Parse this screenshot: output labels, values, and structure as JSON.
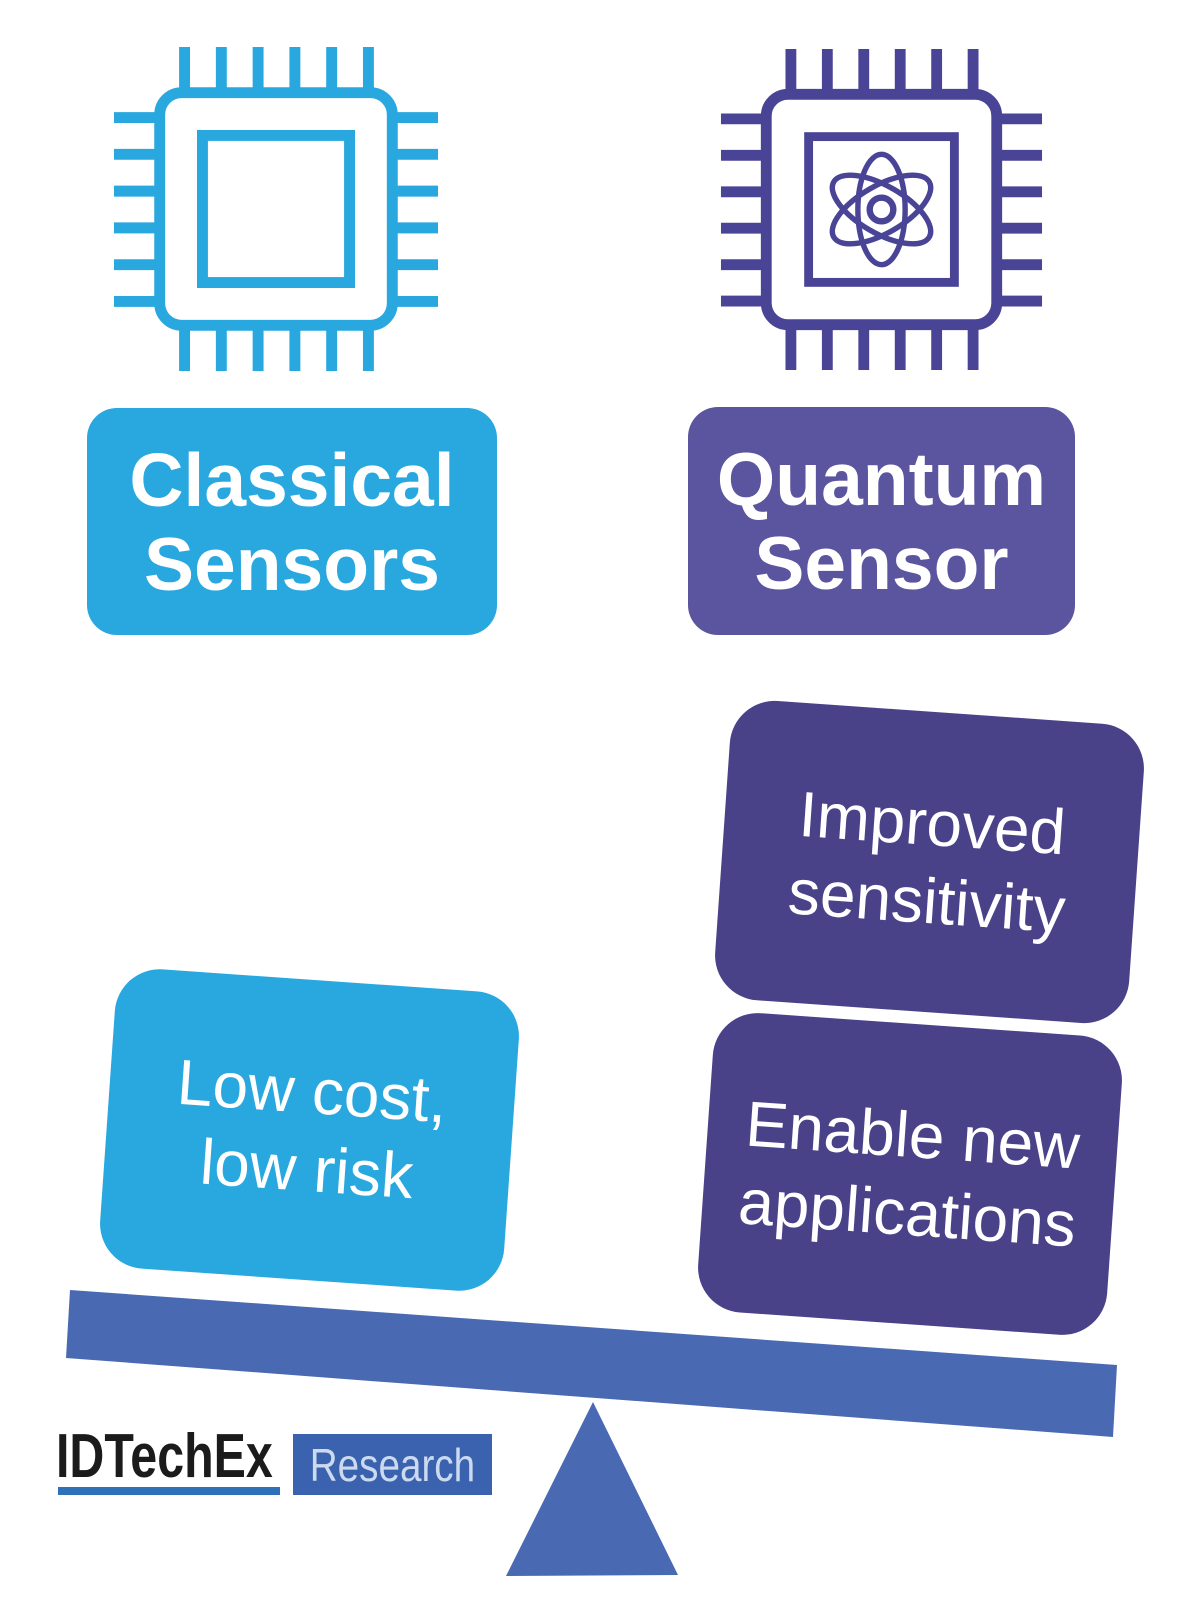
{
  "background": "#ffffff",
  "text_color": "#ffffff",
  "cards": {
    "classical_label": {
      "line1": "Classical",
      "line2": "Sensors",
      "bg": "#29a8df"
    },
    "quantum_label": {
      "line1": "Quantum",
      "line2": "Sensor",
      "bg": "#5b549e"
    },
    "improved": {
      "line1": "Improved",
      "line2": "sensitivity",
      "bg": "#4a4289"
    },
    "low_cost": {
      "line1": "Low cost,",
      "line2": "low risk",
      "bg": "#29a8df"
    },
    "enable": {
      "line1": "Enable new",
      "line2": "applications",
      "bg": "#4a4289"
    }
  },
  "icons": {
    "classical_chip": {
      "name": "classical-chip-icon",
      "color": "#29a8df"
    },
    "quantum_chip": {
      "name": "quantum-chip-atom-icon",
      "color": "#4a4496"
    }
  },
  "seesaw": {
    "beam_color": "#4a69b3",
    "fulcrum_color": "#4a69b3",
    "tilt_deg": 4,
    "tilt_direction": "down-right"
  },
  "logo": {
    "brand": "IDTechEx",
    "suffix": "Research",
    "brand_color": "#1b1b1b",
    "underline_color": "#2e71b8",
    "suffix_bg": "#3a62ae",
    "suffix_text_color": "#ccdaf0"
  }
}
